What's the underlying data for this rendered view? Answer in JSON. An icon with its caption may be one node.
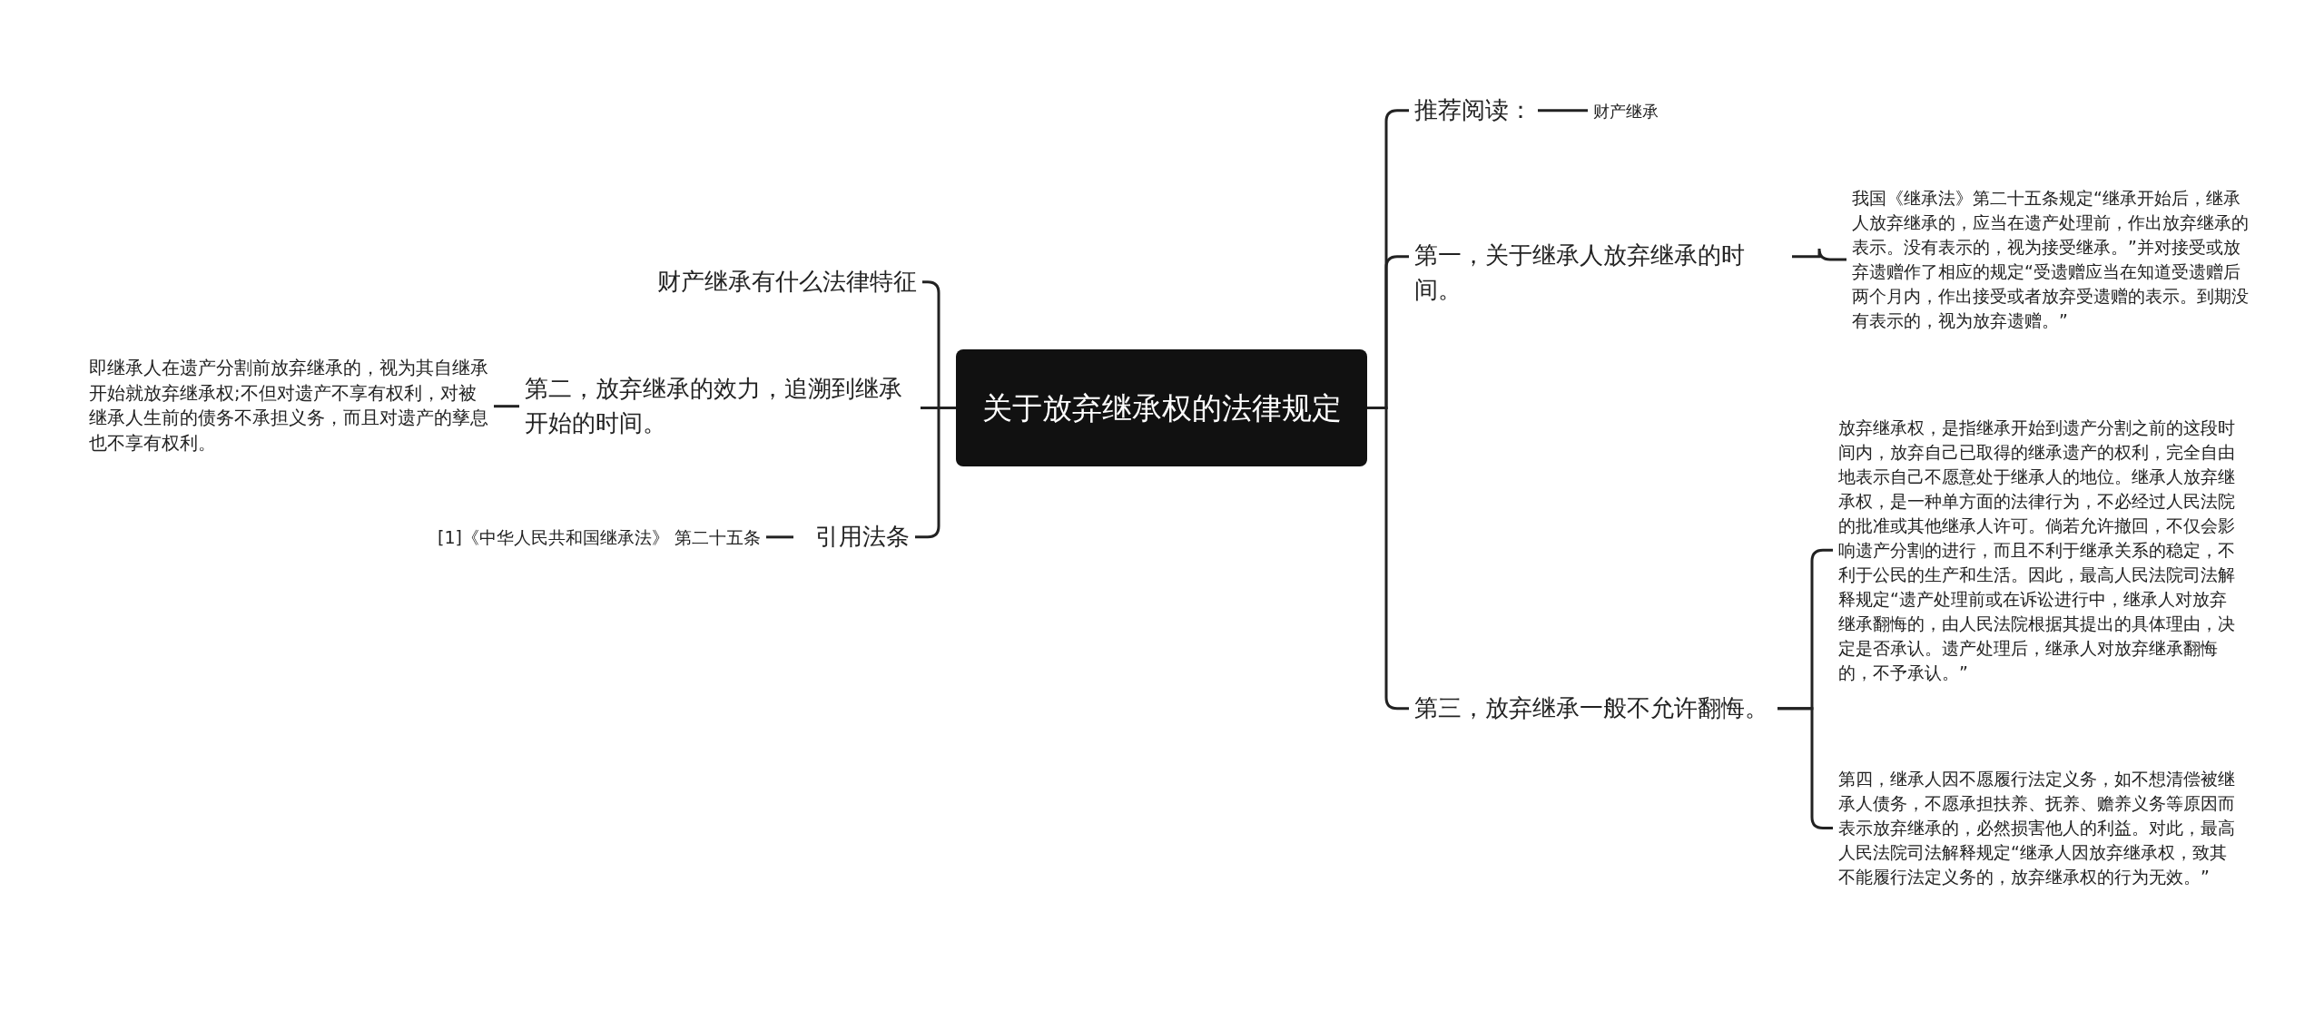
{
  "diagram": {
    "nodes": [
      {
        "text": [
          "关于放弃继承权的法律规定"
        ]
      },
      {
        "text": [
          "财产继承有什么法律特征"
        ]
      },
      {
        "text": [
          "第二，放弃继承的效力，追溯到继承开始的时间。"
        ]
      },
      {
        "text": [
          "即继承人在遗产分割前放弃继承的，视为其自继承开始就放弃继承权;不但对遗产不享有权利，对被继承人生前的债务不承担义务，而且对遗产的孳息也不享有权利。"
        ]
      },
      {
        "text": [
          "引用法条"
        ]
      },
      {
        "text": [
          "[1]《中华人民共和国继承法》 第二十五条"
        ]
      },
      {
        "text": [
          "推荐阅读："
        ]
      },
      {
        "text": [
          "财产继承"
        ]
      },
      {
        "text": [
          "第一，关于继承人放弃继承的时间。"
        ]
      },
      {
        "text": [
          "我国《继承法》第二十五条规定“继承开始后，继承人放弃继承的，应当在遗产处理前，作出放弃继承的表示。没有表示的，视为接受继承。”并对接受或放弃遗赠作了相应的规定“受遗赠应当在知道受遗赠后两个月内，作出接受或者放弃受遗赠的表示。到期没有表示的，视为放弃遗赠。”"
        ]
      },
      {
        "text": [
          "第三，放弃继承一般不允许翻悔。"
        ]
      },
      {
        "text": [
          "放弃继承权，是指继承开始到遗产分割之前的这段时间内，放弃自己已取得的继承遗产的权利，完全自由地表示自己不愿意处于继承人的地位。继承人放弃继承权，是一种单方面的法律行为，不必经过人民法院的批准或其他继承人许可。倘若允许撤回，不仅会影响遗产分割的进行，而且不利于继承关系的稳定，不利于公民的生产和生活。因此，最高人民法院司法解释规定“遗产处理前或在诉讼进行中，继承人对放弃继承翻悔的，由人民法院根据其提出的具体理由，决定是否承认。遗产处理后，继承人对放弃继承翻悔的，不予承认。”"
        ]
      },
      {
        "text": [
          "第四，继承人因不愿履行法定义务，如不想清偿被继承人债务，不愿承担扶养、抚养、赡养义务等原因而表示放弃继承的，必然损害他人的利益。对此，最高人民法院司法解释规定“继承人因放弃继承权，致其不能履行法定义务的，放弃继承权的行为无效。”"
        ]
      }
    ],
    "edges": [
      {
        "from": 0,
        "to": 1,
        "arrow": "none"
      },
      {
        "from": 0,
        "to": 2,
        "arrow": "none"
      },
      {
        "from": 2,
        "to": 3,
        "arrow": "none"
      },
      {
        "from": 0,
        "to": 4,
        "arrow": "none"
      },
      {
        "from": 4,
        "to": 5,
        "arrow": "none"
      },
      {
        "from": 0,
        "to": 6,
        "arrow": "none"
      },
      {
        "from": 6,
        "to": 7,
        "arrow": "none"
      },
      {
        "from": 0,
        "to": 8,
        "arrow": "none"
      },
      {
        "from": 8,
        "to": 9,
        "arrow": "none"
      },
      {
        "from": 0,
        "to": 10,
        "arrow": "none"
      },
      {
        "from": 10,
        "to": 11,
        "arrow": "none"
      },
      {
        "from": 10,
        "to": 12,
        "arrow": "none"
      }
    ]
  }
}
